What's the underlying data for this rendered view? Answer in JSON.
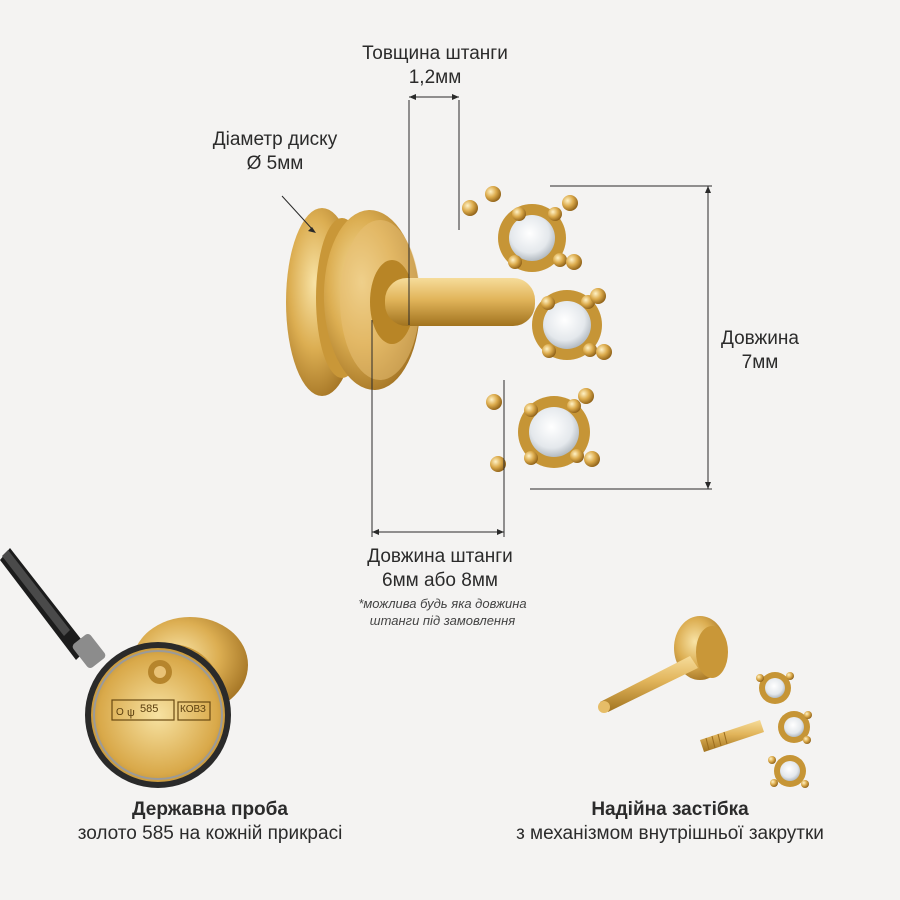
{
  "labels": {
    "bar_thickness": {
      "title": "Товщина штанги",
      "value": "1,2мм"
    },
    "disc_diameter": {
      "title": "Діаметр диску",
      "value": "Ø 5мм"
    },
    "length": {
      "title": "Довжина",
      "value": "7мм"
    },
    "bar_length": {
      "title": "Довжина штанги",
      "value": "6мм або 8мм",
      "note_line1": "*можлива будь яка довжина",
      "note_line2": "штанги під замовлення"
    }
  },
  "hallmark": {
    "stamp_text": "585",
    "maker_text": "КОВЗ",
    "caption_title": "Державна проба",
    "caption_text": "золото 585 на кожній прикрасі"
  },
  "clasp": {
    "caption_title": "Надійна застібка",
    "caption_text": "з механізмом внутрішньої закрутки"
  },
  "colors": {
    "gold": "#d9a94a",
    "gold_light": "#f4d58d",
    "gold_dark": "#9c6d1e",
    "line": "#2a2a2a"
  }
}
